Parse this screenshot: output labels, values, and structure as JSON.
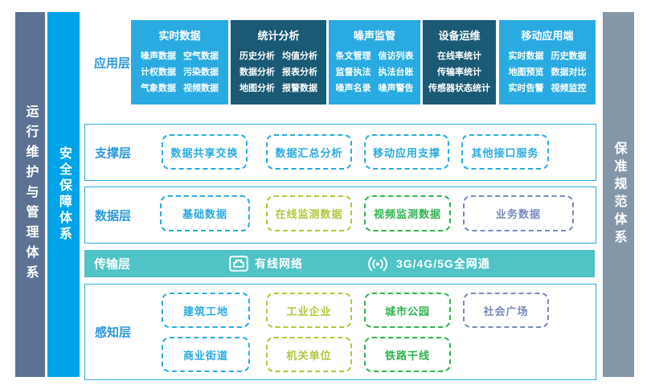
{
  "colors": {
    "accent_blue": "#29abe2",
    "dark_teal": "#1a5a75",
    "teal_bar": "#4fc3c6",
    "label_blue": "#2b98d8",
    "sidebar_slate": "#5b7293",
    "sidebar_bright_blue": "#00a2e8",
    "sidebar_gray": "#8497a9",
    "lime": "#afc93c",
    "green": "#2fb44e",
    "slate_violet": "#7b8abc"
  },
  "sidebars": {
    "left_outer": "运行维护与管理体系",
    "left_inner": "安全保障体系",
    "right": "保准规范体系"
  },
  "application": {
    "label": "应用层",
    "modules": [
      {
        "title": "实时数据",
        "theme": "light",
        "rows": [
          [
            "噪声数据",
            "空气数据"
          ],
          [
            "计权数据",
            "污染数据"
          ],
          [
            "气象数据",
            "视频数据"
          ]
        ]
      },
      {
        "title": "统计分析",
        "theme": "dark",
        "rows": [
          [
            "历史分析",
            "均值分析"
          ],
          [
            "数据分析",
            "报表分析"
          ],
          [
            "地图分析",
            "报警数据"
          ]
        ]
      },
      {
        "title": "噪声监管",
        "theme": "light",
        "rows": [
          [
            "条文管理",
            "信访列表"
          ],
          [
            "监督执法",
            "执法台账"
          ],
          [
            "噪声名录",
            "噪声警告"
          ]
        ]
      },
      {
        "title": "设备运维",
        "theme": "dark",
        "rows": [
          [
            "在线率统计"
          ],
          [
            "传输率统计"
          ],
          [
            "传感器状态统计"
          ]
        ]
      },
      {
        "title": "移动应用端",
        "theme": "light",
        "rows": [
          [
            "实时数据",
            "历史数据"
          ],
          [
            "地图预览",
            "数据对比"
          ],
          [
            "实时告警",
            "视频监控"
          ]
        ]
      }
    ]
  },
  "support": {
    "label": "支撑层",
    "items": [
      {
        "text": "数据共享交换",
        "color": "blue"
      },
      {
        "text": "数据汇总分析",
        "color": "blue"
      },
      {
        "text": "移动应用支撑",
        "color": "blue"
      },
      {
        "text": "其他接口服务",
        "color": "blue"
      }
    ]
  },
  "data_layer": {
    "label": "数据层",
    "items": [
      {
        "text": "基础数据",
        "color": "blue"
      },
      {
        "text": "在线监测数据",
        "color": "lime"
      },
      {
        "text": "视频监测数据",
        "color": "green"
      },
      {
        "text": "业务数据",
        "color": "slate"
      }
    ]
  },
  "transmission": {
    "label": "传输层",
    "items": [
      {
        "icon": "ethernet-icon",
        "text": "有线网络"
      },
      {
        "icon": "wireless-icon",
        "text": "3G/4G/5G全网通"
      }
    ]
  },
  "perception": {
    "label": "感知层",
    "rows": [
      [
        {
          "text": "建筑工地",
          "color": "blue"
        },
        {
          "text": "工业企业",
          "color": "lime"
        },
        {
          "text": "城市公园",
          "color": "green"
        },
        {
          "text": "社会广场",
          "color": "slate"
        }
      ],
      [
        {
          "text": "商业街道",
          "color": "blue"
        },
        {
          "text": "机关单位",
          "color": "lime"
        },
        {
          "text": "铁路干线",
          "color": "green"
        }
      ]
    ]
  }
}
